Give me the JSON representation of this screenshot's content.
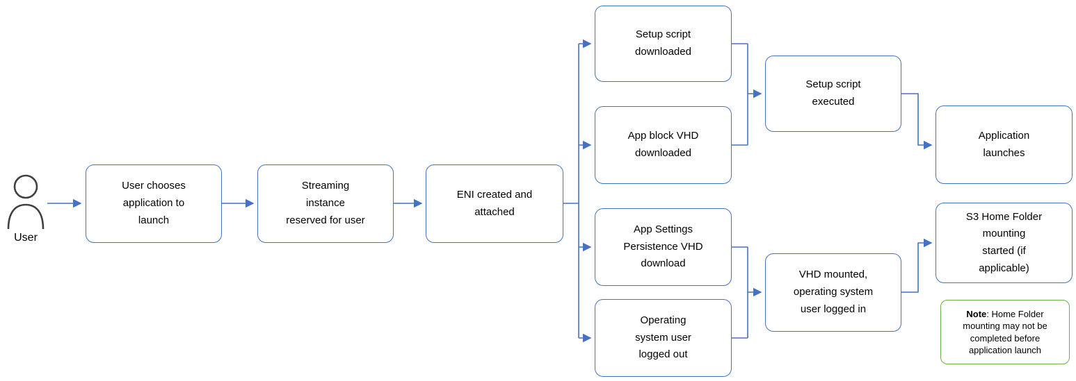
{
  "diagram": {
    "user": {
      "label": "User"
    },
    "nodes": {
      "choose_app": {
        "label": "User chooses\napplication to\nlaunch"
      },
      "streaming_instance": {
        "label": "Streaming\ninstance\nreserved for user"
      },
      "eni": {
        "label": "ENI created and\nattached"
      },
      "setup_script_downloaded": {
        "label": "Setup script\ndownloaded"
      },
      "app_block_vhd": {
        "label": "App block VHD\ndownloaded"
      },
      "app_settings_vhd": {
        "label": "App Settings\nPersistence VHD\ndownload"
      },
      "os_user_logged_out": {
        "label": "Operating\nsystem user\nlogged out"
      },
      "setup_script_executed": {
        "label": "Setup script\nexecuted"
      },
      "vhd_mounted": {
        "label": "VHD mounted,\noperating system\nuser logged in"
      },
      "application_launches": {
        "label": "Application\nlaunches"
      },
      "s3_home_folder": {
        "label": "S3 Home Folder\nmounting\nstarted (if\napplicable)"
      }
    },
    "note": {
      "bold": "Note",
      "rest": ": Home Folder mounting may not be completed before application launch"
    },
    "colors": {
      "node_border": "#4472C4",
      "connector": "#4472C4",
      "note_border": "#70AD47",
      "text": "#000000",
      "user_icon": "#404040"
    }
  }
}
